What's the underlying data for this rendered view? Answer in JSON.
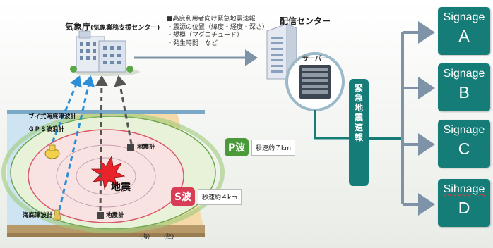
{
  "agency": {
    "name": "気象庁",
    "sub": "(気象業務支援センター)"
  },
  "info": {
    "lines": [
      "■高度利用者向け緊急地震速報",
      "・震源の位置（緯度・経度・深さ）",
      "・規模（マグニチュード）",
      "・発生時間　など"
    ]
  },
  "distribution": {
    "name": "配信センター",
    "server": "サーバー",
    "bulletin_chars": [
      "緊",
      "急",
      "地",
      "震",
      "速",
      "報"
    ]
  },
  "sensors": {
    "buoy": "ブイ式海底津波計",
    "gps": "ＧＰＳ波浪計",
    "seismo_upper": "地震計",
    "seabed": "海底津波計",
    "seismo_lower": "地震計"
  },
  "waves": {
    "p_label": "P波",
    "p_speed": "秒速約７km",
    "s_label": "S波",
    "s_speed": "秒速約４km"
  },
  "quake_label": "地震",
  "region": {
    "sea": "(海)",
    "land": "(陸)"
  },
  "signage": [
    {
      "word": "Signage",
      "letter": "A"
    },
    {
      "word": "Signage",
      "letter": "B"
    },
    {
      "word": "Signage",
      "letter": "C"
    },
    {
      "word": "Sihnage",
      "letter": "D"
    }
  ],
  "colors": {
    "teal": "#157c78",
    "p_wave": "#4a9a3a",
    "s_wave": "#d83c57",
    "arrow": "#7f93a8"
  }
}
